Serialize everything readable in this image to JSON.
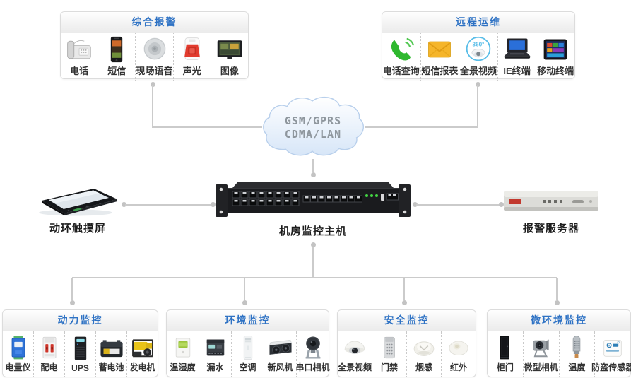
{
  "colors": {
    "title_blue": "#2e72c4",
    "connector_gray": "#cbcbcb",
    "label_dark": "#333333",
    "cloud_text_gray": "#8e969d",
    "cloud_border_blue": "#b9d0ec",
    "cloud_fill_blue": "#d7e6f8"
  },
  "cloud": {
    "line1": "GSM/GPRS",
    "line2": "CDMA/LAN"
  },
  "devices": {
    "touchscreen": {
      "label": "动环触摸屏"
    },
    "host": {
      "label": "机房监控主机"
    },
    "alarm_server": {
      "label": "报警服务器"
    }
  },
  "groups": [
    {
      "id": "alarm",
      "title": "综合报警",
      "items": [
        {
          "label": "电话",
          "icon": "desk-phone"
        },
        {
          "label": "短信",
          "icon": "smartphone"
        },
        {
          "label": "现场语音",
          "icon": "ceiling-speaker"
        },
        {
          "label": "声光",
          "icon": "siren"
        },
        {
          "label": "图像",
          "icon": "monitor-image"
        }
      ]
    },
    {
      "id": "remote",
      "title": "远程运维",
      "items": [
        {
          "label": "电话查询",
          "icon": "green-phone"
        },
        {
          "label": "短信报表",
          "icon": "envelope"
        },
        {
          "label": "全景视频",
          "icon": "cam360",
          "icon_text": "360°"
        },
        {
          "label": "IE终端",
          "icon": "laptop"
        },
        {
          "label": "移动终端",
          "icon": "tablet"
        }
      ]
    },
    {
      "id": "power",
      "title": "动力监控",
      "items": [
        {
          "label": "电量仪",
          "icon": "power-meter"
        },
        {
          "label": "配电",
          "icon": "breaker"
        },
        {
          "label": "UPS",
          "icon": "ups-tower"
        },
        {
          "label": "蓄电池",
          "icon": "battery"
        },
        {
          "label": "发电机",
          "icon": "generator"
        }
      ]
    },
    {
      "id": "environment",
      "title": "环境监控",
      "items": [
        {
          "label": "温湿度",
          "icon": "temp-humidity"
        },
        {
          "label": "漏水",
          "icon": "leak-module"
        },
        {
          "label": "空调",
          "icon": "aircon"
        },
        {
          "label": "新风机",
          "icon": "fresh-air"
        },
        {
          "label": "串口相机",
          "icon": "serial-cam"
        }
      ]
    },
    {
      "id": "security",
      "title": "安全监控",
      "items": [
        {
          "label": "全景视频",
          "icon": "dome-cam"
        },
        {
          "label": "门禁",
          "icon": "access-keypad"
        },
        {
          "label": "烟感",
          "icon": "smoke-detector"
        },
        {
          "label": "红外",
          "icon": "infrared"
        }
      ]
    },
    {
      "id": "micro",
      "title": "微环境监控",
      "items": [
        {
          "label": "柜门",
          "icon": "cabinet-door"
        },
        {
          "label": "微型相机",
          "icon": "mini-cam"
        },
        {
          "label": "温度",
          "icon": "temp-sensor"
        },
        {
          "label": "防盗传感器",
          "icon": "anti-theft"
        }
      ]
    }
  ]
}
